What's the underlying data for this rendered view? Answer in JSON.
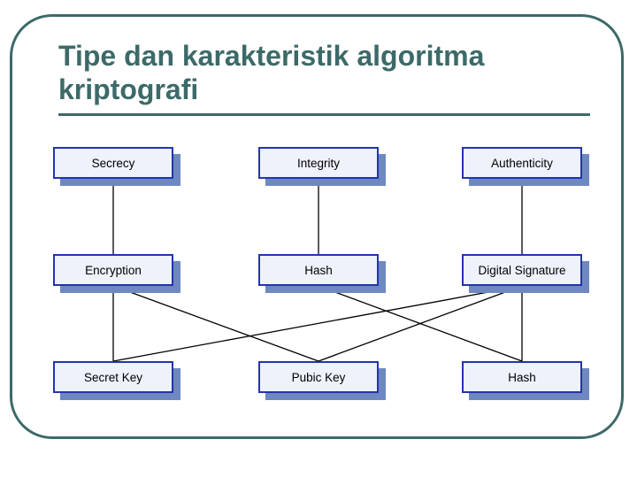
{
  "slide": {
    "title": "Tipe dan karakteristik algoritma kriptografi",
    "accent_color": "#3C6A68",
    "background_color": "#FFFFFF"
  },
  "diagram": {
    "box_fill": "#EEF2FB",
    "box_border": "#2434AD",
    "box_shadow": "#6E88C2",
    "line_color": "#000000",
    "nodes": [
      {
        "id": "secrecy",
        "label": "Secrecy",
        "col": 0,
        "row": 0
      },
      {
        "id": "integrity",
        "label": "Integrity",
        "col": 1,
        "row": 0
      },
      {
        "id": "authenticity",
        "label": "Authenticity",
        "col": 2,
        "row": 0
      },
      {
        "id": "encryption",
        "label": "Encryption",
        "col": 0,
        "row": 1
      },
      {
        "id": "hash-function",
        "label": "Hash",
        "col": 1,
        "row": 1
      },
      {
        "id": "digital-signature",
        "label": "Digital Signature",
        "col": 2,
        "row": 1
      },
      {
        "id": "secret-key",
        "label": "Secret Key",
        "col": 0,
        "row": 2
      },
      {
        "id": "pubic-key",
        "label": "Pubic Key",
        "col": 1,
        "row": 2
      },
      {
        "id": "hash-key",
        "label": "Hash",
        "col": 2,
        "row": 2
      }
    ],
    "edges": [
      [
        "secrecy",
        "encryption"
      ],
      [
        "integrity",
        "hash-function"
      ],
      [
        "authenticity",
        "digital-signature"
      ],
      [
        "encryption",
        "secret-key"
      ],
      [
        "encryption",
        "pubic-key"
      ],
      [
        "hash-function",
        "hash-key"
      ],
      [
        "digital-signature",
        "secret-key"
      ],
      [
        "digital-signature",
        "pubic-key"
      ],
      [
        "digital-signature",
        "hash-key"
      ]
    ]
  }
}
